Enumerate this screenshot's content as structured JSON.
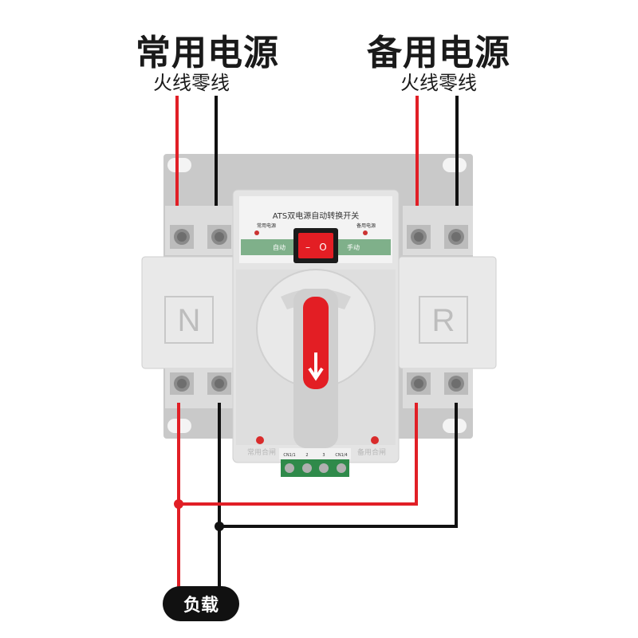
{
  "primary_source": {
    "title": "常用电源",
    "subtitle": "火线零线"
  },
  "backup_source": {
    "title": "备用电源",
    "subtitle": "火线零线"
  },
  "device": {
    "panel_title": "ATS双电源自动转换开关",
    "primary_indicator_label": "常用电源",
    "backup_indicator_label": "备用电源",
    "mode_auto": "自动",
    "mode_manual": "手动",
    "switch_symbol_off": "–",
    "switch_symbol_on": "O",
    "left_module_letter": "N",
    "right_module_letter": "R",
    "bottom_left_label": "常用合闸",
    "bottom_right_label": "备用合闸",
    "terminal_labels": [
      "CN1/1",
      "2",
      "3",
      "CN1/4"
    ]
  },
  "load_label": "负载",
  "colors": {
    "live": "#e11f26",
    "neutral": "#111111",
    "housing": "#e6e6e6",
    "accent": "#d92b2b"
  }
}
